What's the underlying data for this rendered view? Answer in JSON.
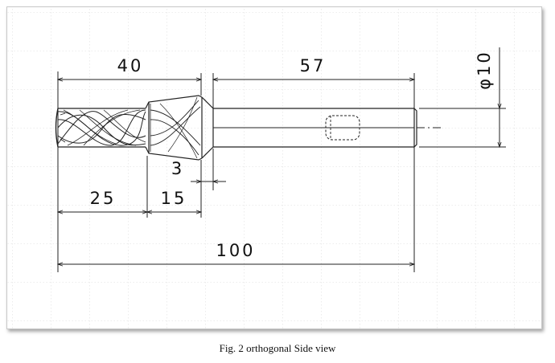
{
  "dimensions": {
    "flute_total": "40",
    "shank_length": "57",
    "diameter": "φ10",
    "chamfer": "3",
    "flute_length": "25",
    "neck_length": "15",
    "overall_length": "100"
  },
  "caption": "Fig. 2 orthogonal Side view",
  "colors": {
    "line": "#222222",
    "grid": "#cccccc",
    "frame_shadow": "#888888"
  }
}
